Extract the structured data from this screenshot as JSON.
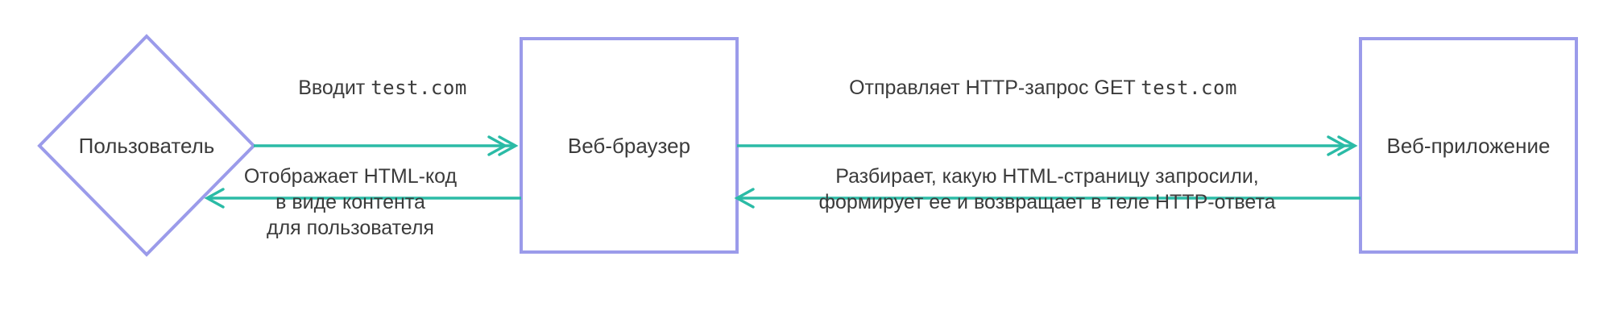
{
  "diagram": {
    "background_color": "#ffffff",
    "node_border_color": "#9b9bea",
    "node_text_color": "#3b3b3b",
    "edge_color": "#2bbba6",
    "nodes": [
      {
        "id": "user",
        "shape": "diamond",
        "label": "Пользователь"
      },
      {
        "id": "browser",
        "shape": "rectangle",
        "label": "Веб-браузер"
      },
      {
        "id": "webapp",
        "shape": "rectangle",
        "label": "Веб-приложение"
      }
    ],
    "edges": [
      {
        "id": "user-to-browser",
        "from": "user",
        "to": "browser",
        "direction": "right",
        "label_prefix": "Вводит ",
        "label_mono": "test.com",
        "label_full": "Вводит test.com"
      },
      {
        "id": "browser-to-webapp",
        "from": "browser",
        "to": "webapp",
        "direction": "right",
        "label_prefix": "Отправляет HTTP-запрос GET ",
        "label_mono": "test.com",
        "label_full": "Отправляет HTTP-запрос GET test.com"
      },
      {
        "id": "browser-to-user",
        "from": "browser",
        "to": "user",
        "direction": "left",
        "label_lines": [
          "Отображает HTML-код",
          "в виде контента",
          "для пользователя"
        ]
      },
      {
        "id": "webapp-to-browser",
        "from": "webapp",
        "to": "browser",
        "direction": "left",
        "label_lines": [
          "Разбирает, какую HTML-страницу запросили,",
          "формирует ее и возвращает в теле HTTP-ответа"
        ]
      }
    ]
  }
}
